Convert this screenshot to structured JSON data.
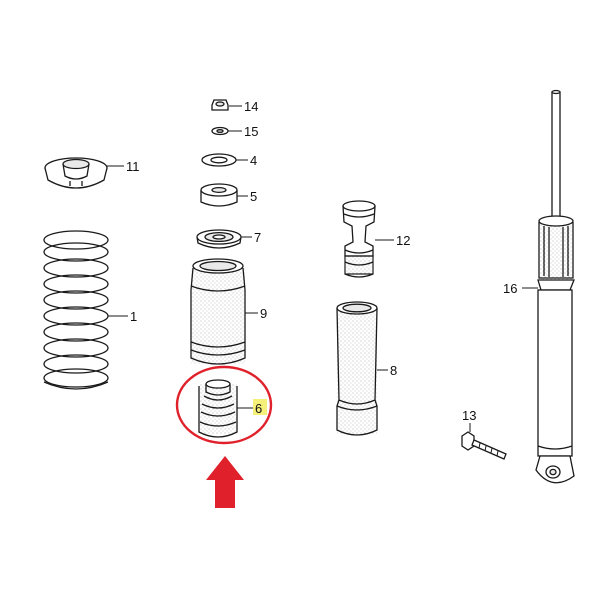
{
  "labels": {
    "p1": "1",
    "p4": "4",
    "p5": "5",
    "p6": "6",
    "p7": "7",
    "p8": "8",
    "p9": "9",
    "p11": "11",
    "p12": "12",
    "p13": "13",
    "p14": "14",
    "p15": "15",
    "p16": "16"
  },
  "colors": {
    "highlight_circle": "#e0202a",
    "arrow": "#e0202a",
    "label_highlight": "#f4f07a"
  }
}
